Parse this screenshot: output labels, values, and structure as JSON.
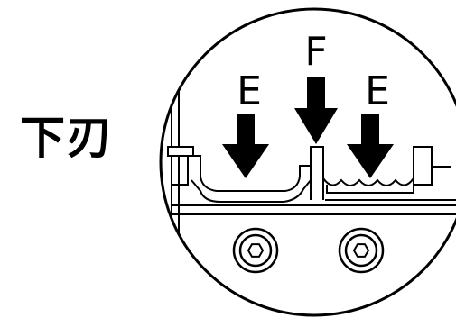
{
  "diagram": {
    "side_label": "下刃",
    "labels": {
      "left_e": "E",
      "center_f": "F",
      "right_e": "E"
    },
    "colors": {
      "ink": "#000000",
      "background": "#ffffff"
    }
  }
}
